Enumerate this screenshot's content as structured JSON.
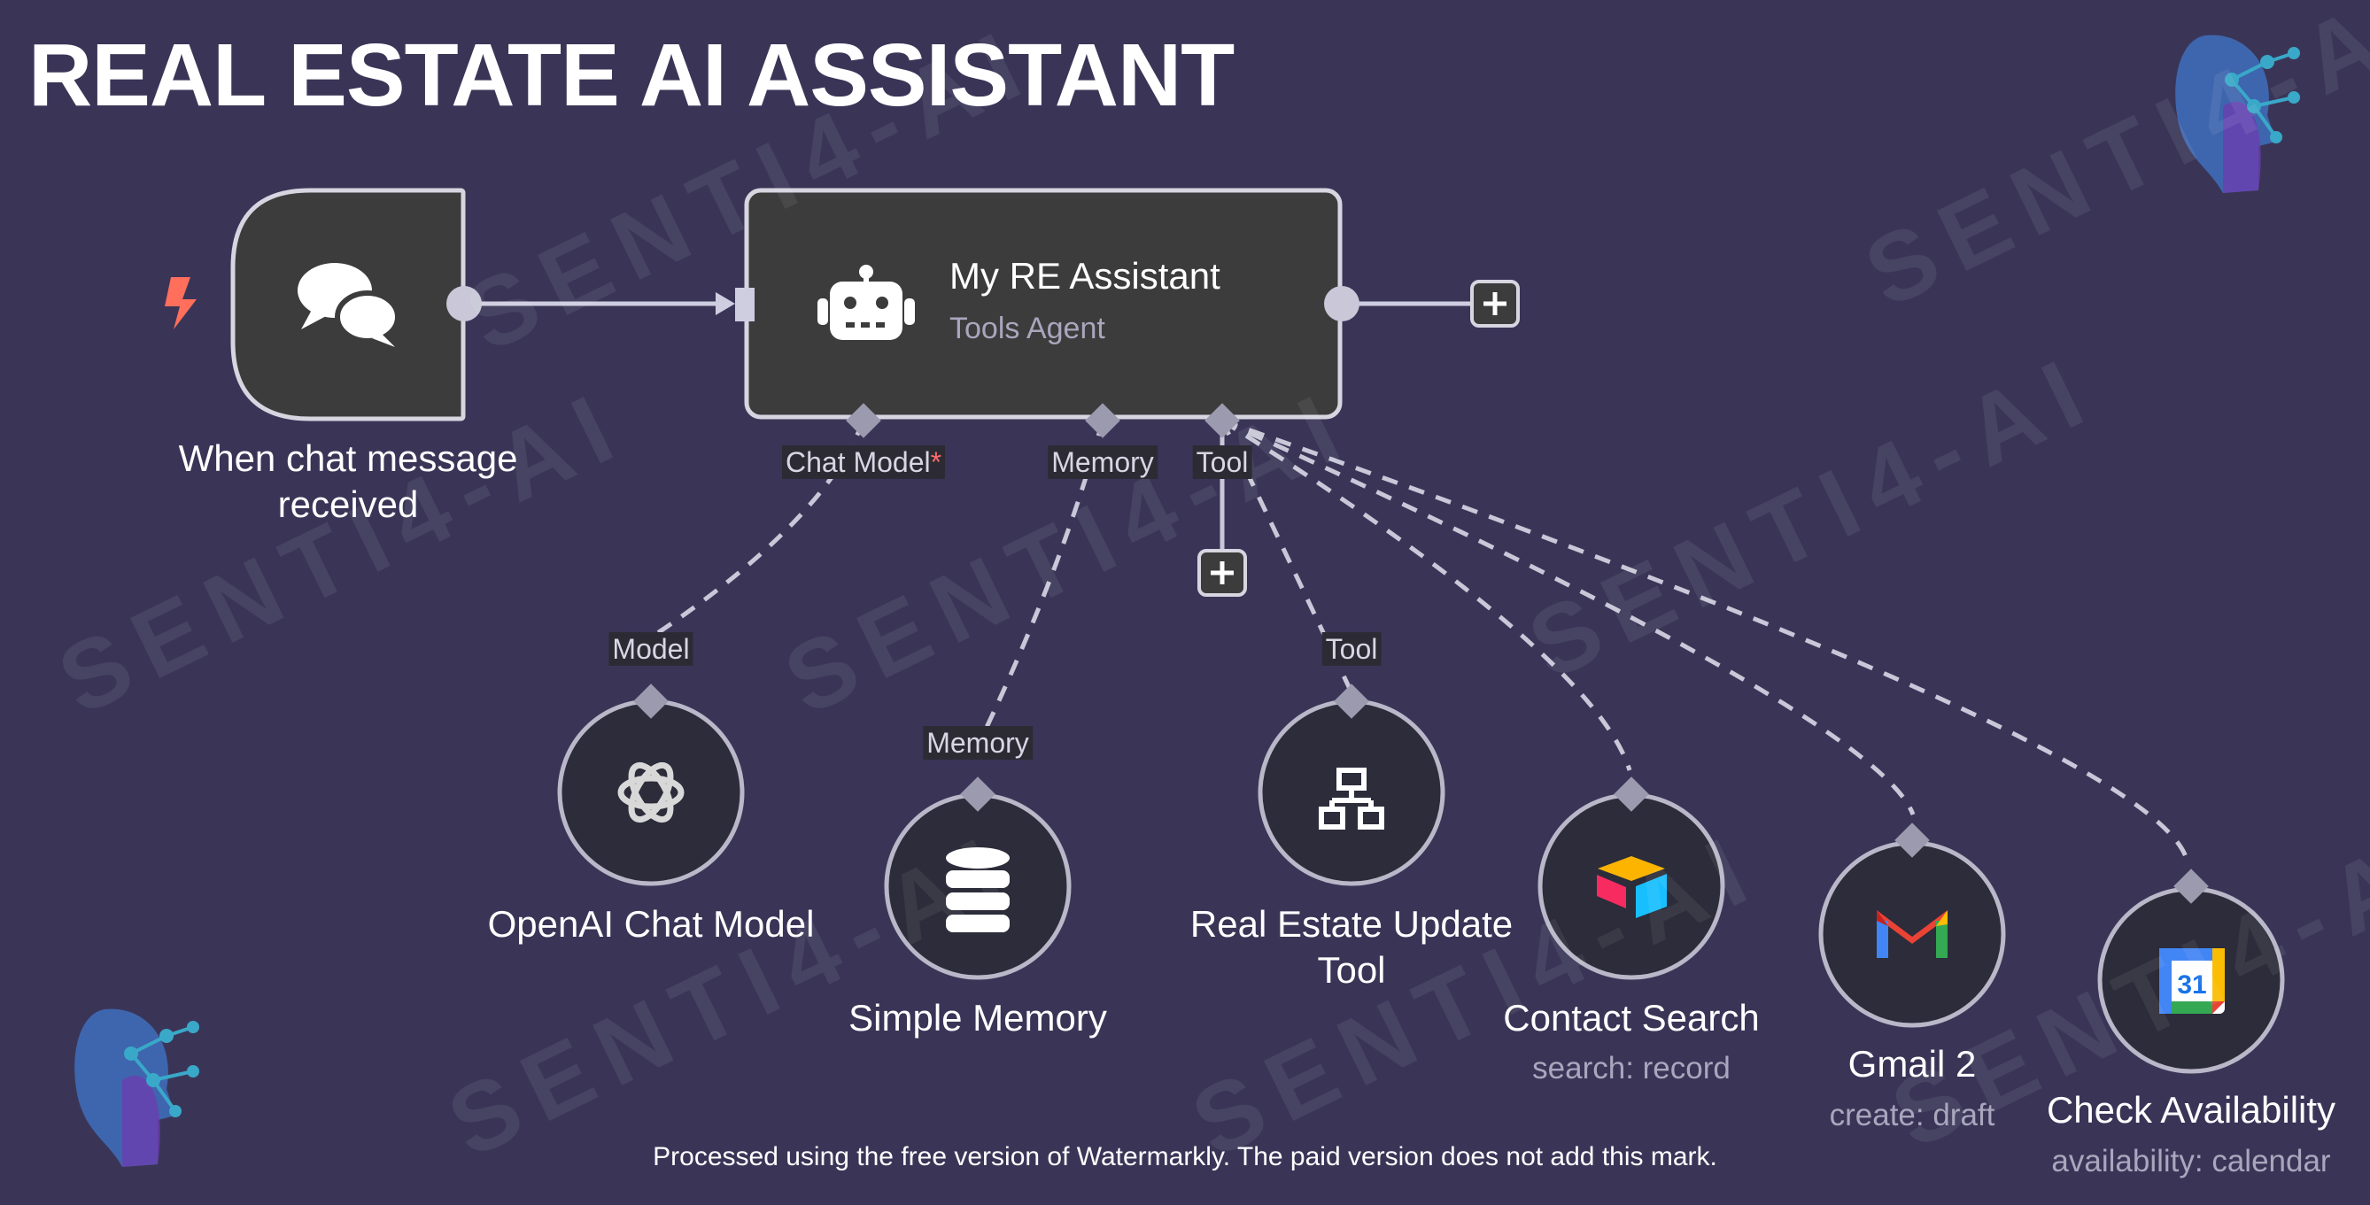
{
  "title": "REAL ESTATE AI ASSISTANT",
  "trigger": {
    "label_line1": "When chat message",
    "label_line2": "received"
  },
  "agent": {
    "name": "My RE Assistant",
    "type": "Tools Agent"
  },
  "handles": {
    "chat_model": "Chat Model",
    "required_mark": "*",
    "memory": "Memory",
    "tool": "Tool"
  },
  "sub_handles": {
    "model": "Model",
    "memory": "Memory",
    "tool": "Tool"
  },
  "nodes": {
    "openai": {
      "label": "OpenAI Chat Model"
    },
    "memory": {
      "label": "Simple Memory"
    },
    "update_tool": {
      "label_line1": "Real Estate Update",
      "label_line2": "Tool"
    },
    "contact_search": {
      "label": "Contact Search",
      "sub": "search: record"
    },
    "gmail": {
      "label": "Gmail 2",
      "sub": "create: draft"
    },
    "calendar": {
      "label": "Check Availability",
      "sub": "availability: calendar",
      "calendar_day": "31"
    }
  },
  "watermark": {
    "text": "SENTI4-AI",
    "note": "Processed using the free version of Watermarkly. The paid version does not add this mark."
  },
  "colors": {
    "background": "#3a3557",
    "node_fill": "#3c3c3c",
    "node_border": "#d7d5e0",
    "connector": "#b9b7c8",
    "trigger_bolt": "#ff6f5c"
  },
  "icons": [
    "chat-bubbles-icon",
    "lightning-icon",
    "robot-icon",
    "plus-icon",
    "openai-icon",
    "database-icon",
    "network-icon",
    "airtable-icon",
    "gmail-icon",
    "google-calendar-icon",
    "brain-logo-icon"
  ]
}
